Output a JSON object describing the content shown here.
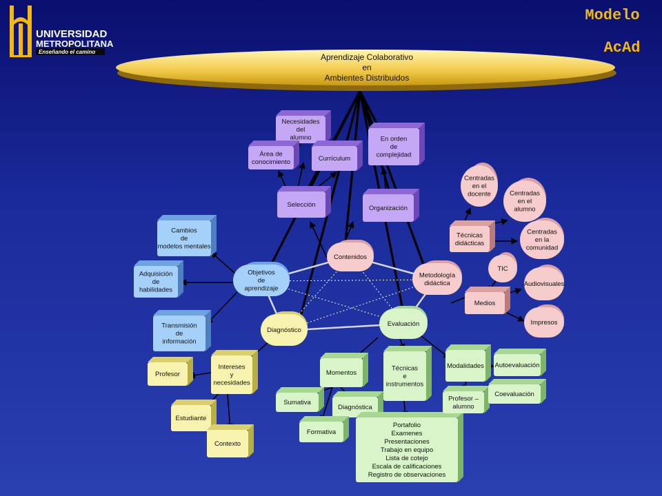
{
  "title": [
    "Modelo",
    "AcAd"
  ],
  "logo": {
    "line1": "UNIVERSIDAD",
    "line2": "METROPOLITANA",
    "tagline": "Enseñando el camino"
  },
  "root": [
    "Aprendizaje Colaborativo",
    "en",
    "Ambientes Distribuidos"
  ],
  "colors": {
    "background": "#1a2a9a",
    "purple": "#b48ef2",
    "blue": "#8fc3f5",
    "green": "#c6ecb4",
    "yellow": "#f2ee9a",
    "pink": "#f2b8b8",
    "accent": "#f3b90f"
  },
  "nodes": [
    {
      "id": "necesidades",
      "kind": "box",
      "color": "purple",
      "lines": [
        "Necesidades",
        "del",
        "alumno"
      ]
    },
    {
      "id": "area",
      "kind": "box",
      "color": "purple",
      "lines": [
        "Área de",
        "conocimiento"
      ]
    },
    {
      "id": "curriculum",
      "kind": "box",
      "color": "purple",
      "lines": [
        "Currículum"
      ]
    },
    {
      "id": "orden",
      "kind": "box",
      "color": "purple",
      "lines": [
        "En orden",
        "de",
        "complejidad"
      ]
    },
    {
      "id": "seleccion",
      "kind": "box",
      "color": "purple",
      "lines": [
        "Selección"
      ]
    },
    {
      "id": "organizacion",
      "kind": "box",
      "color": "purple",
      "lines": [
        "Organización"
      ]
    },
    {
      "id": "cambios",
      "kind": "box",
      "color": "blue",
      "lines": [
        "Cambios",
        "de",
        "modelos mentales"
      ]
    },
    {
      "id": "adquisicion",
      "kind": "box",
      "color": "blue",
      "lines": [
        "Adquisición",
        "de",
        "habilidades"
      ]
    },
    {
      "id": "transmision",
      "kind": "box",
      "color": "blue",
      "lines": [
        "Transmisión",
        "de",
        "información"
      ]
    },
    {
      "id": "objetivos",
      "kind": "cyl",
      "color": "blue",
      "lines": [
        "Objetivos",
        "de",
        "aprendizaje"
      ]
    },
    {
      "id": "contenidos",
      "kind": "cyl",
      "color": "pink",
      "lines": [
        "Contenidos"
      ]
    },
    {
      "id": "metodologia",
      "kind": "cyl",
      "color": "pink",
      "lines": [
        "Metodología",
        "didáctica"
      ]
    },
    {
      "id": "diagnostico",
      "kind": "cyl",
      "color": "yellow",
      "lines": [
        "Diagnóstico"
      ]
    },
    {
      "id": "evaluacion",
      "kind": "cyl",
      "color": "green",
      "lines": [
        "Evaluación"
      ]
    },
    {
      "id": "intereses",
      "kind": "box",
      "color": "yellow",
      "lines": [
        "Intereses",
        "y",
        "necesidades"
      ]
    },
    {
      "id": "profesor",
      "kind": "box",
      "color": "yellow",
      "lines": [
        "Profesor"
      ]
    },
    {
      "id": "estudiante",
      "kind": "box",
      "color": "yellow",
      "lines": [
        "Estudiante"
      ]
    },
    {
      "id": "contexto",
      "kind": "box",
      "color": "yellow",
      "lines": [
        "Contexto"
      ]
    },
    {
      "id": "momentos",
      "kind": "box",
      "color": "green",
      "lines": [
        "Momentos"
      ]
    },
    {
      "id": "sumativa",
      "kind": "box",
      "color": "green",
      "lines": [
        "Sumativa"
      ]
    },
    {
      "id": "diagnostica",
      "kind": "box",
      "color": "green",
      "lines": [
        "Diagnóstica"
      ]
    },
    {
      "id": "formativa",
      "kind": "box",
      "color": "green",
      "lines": [
        "Formativa"
      ]
    },
    {
      "id": "tecnicas_inst",
      "kind": "box",
      "color": "green",
      "lines": [
        "Técnicas",
        "e",
        "instrumentos"
      ]
    },
    {
      "id": "portafolio",
      "kind": "box",
      "color": "green",
      "lines": [
        "Portafolio",
        "Examenes",
        "Presentaciones",
        "Trabajo en equipo",
        "Lista de cotejo",
        "Escala de calificaciones",
        "Registro de observaciones"
      ]
    },
    {
      "id": "modalidades",
      "kind": "box",
      "color": "green",
      "lines": [
        "Modalidades"
      ]
    },
    {
      "id": "autoevaluacion",
      "kind": "box",
      "color": "green",
      "lines": [
        "Autoevaluación"
      ]
    },
    {
      "id": "profesor_alumno",
      "kind": "box",
      "color": "green",
      "lines": [
        "Profesor –",
        "alumno"
      ]
    },
    {
      "id": "coevaluacion",
      "kind": "box",
      "color": "green",
      "lines": [
        "Coevaluación"
      ]
    },
    {
      "id": "tecnicas_did",
      "kind": "box",
      "color": "pink",
      "lines": [
        "Técnicas",
        "didácticas"
      ]
    },
    {
      "id": "medios",
      "kind": "box",
      "color": "pink",
      "lines": [
        "Medios"
      ]
    },
    {
      "id": "centradas_docente",
      "kind": "cyl",
      "color": "pink",
      "lines": [
        "Centradas",
        "en el",
        "docente"
      ]
    },
    {
      "id": "centradas_alumno",
      "kind": "cyl",
      "color": "pink",
      "lines": [
        "Centradas",
        "en el",
        "alumno"
      ]
    },
    {
      "id": "centradas_comunidad",
      "kind": "cyl",
      "color": "pink",
      "lines": [
        "Centradas",
        "en la",
        "comunidad"
      ]
    },
    {
      "id": "tic",
      "kind": "cyl",
      "color": "pink",
      "lines": [
        "TIC"
      ]
    },
    {
      "id": "audiovisuales",
      "kind": "cyl",
      "color": "pink",
      "lines": [
        "Audiovisuales"
      ]
    },
    {
      "id": "impresos",
      "kind": "cyl",
      "color": "pink",
      "lines": [
        "Impresos"
      ]
    }
  ]
}
